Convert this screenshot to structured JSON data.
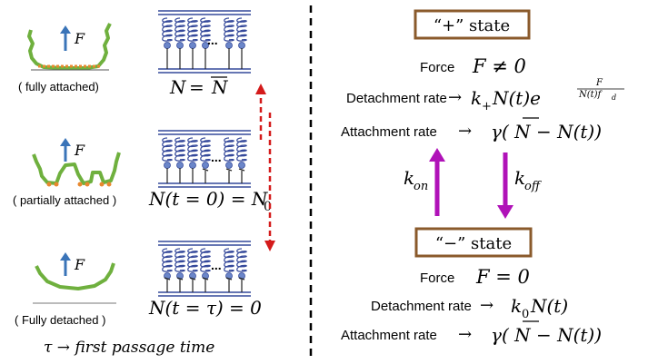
{
  "left": {
    "panels": [
      {
        "filament_label": "F",
        "state_caption": "( fully attached)",
        "equation": {
          "lhs": "N",
          "rhs": "N",
          "rhs_overlined": true
        },
        "springs_attached": 6,
        "dots": "..."
      },
      {
        "filament_label": "F",
        "state_caption": "( partially attached )",
        "equation": {
          "text": "N(t = 0) = N",
          "subscript": "0"
        },
        "springs_attached": 3,
        "dots": "..."
      },
      {
        "filament_label": "F",
        "state_caption": "( Fully detached )",
        "equation": {
          "text": "N(t = τ) = 0"
        },
        "springs_attached": 0,
        "dots": "..."
      }
    ],
    "footer": "τ → first passage time"
  },
  "right": {
    "plus_state": {
      "box_label": "“+” state",
      "force_label": "Force",
      "force_eq": "F ≠ 0",
      "detachment_label": "Detachment rate",
      "detachment_eq": "k",
      "detachment_sub": "+",
      "detachment_mid": "N(t)e",
      "detachment_exp_num": "F",
      "detachment_exp_den": "N(t)f",
      "detachment_exp_den_sub": "d",
      "attachment_label": "Attachment rate",
      "attachment_eq": "γ( N − N(t))"
    },
    "transitions": {
      "k_on": "k",
      "k_on_sub": "on",
      "k_off": "k",
      "k_off_sub": "off"
    },
    "minus_state": {
      "box_label": "“−” state",
      "force_label": "Force",
      "force_eq": "F = 0",
      "detachment_label": "Detachment rate",
      "detachment_eq": "k",
      "detachment_sub": "0",
      "detachment_rest": "N(t)",
      "attachment_label": "Attachment rate",
      "attachment_eq": "γ( N − N(t))"
    }
  },
  "colors": {
    "filament_green": "#6fb03e",
    "attach_orange": "#e8882e",
    "arrow_blue": "#3a74b8",
    "spring_blue": "#34489a",
    "red_dashed": "#d41b1b",
    "magenta": "#b012b8",
    "box_border": "#8a5a2b"
  }
}
